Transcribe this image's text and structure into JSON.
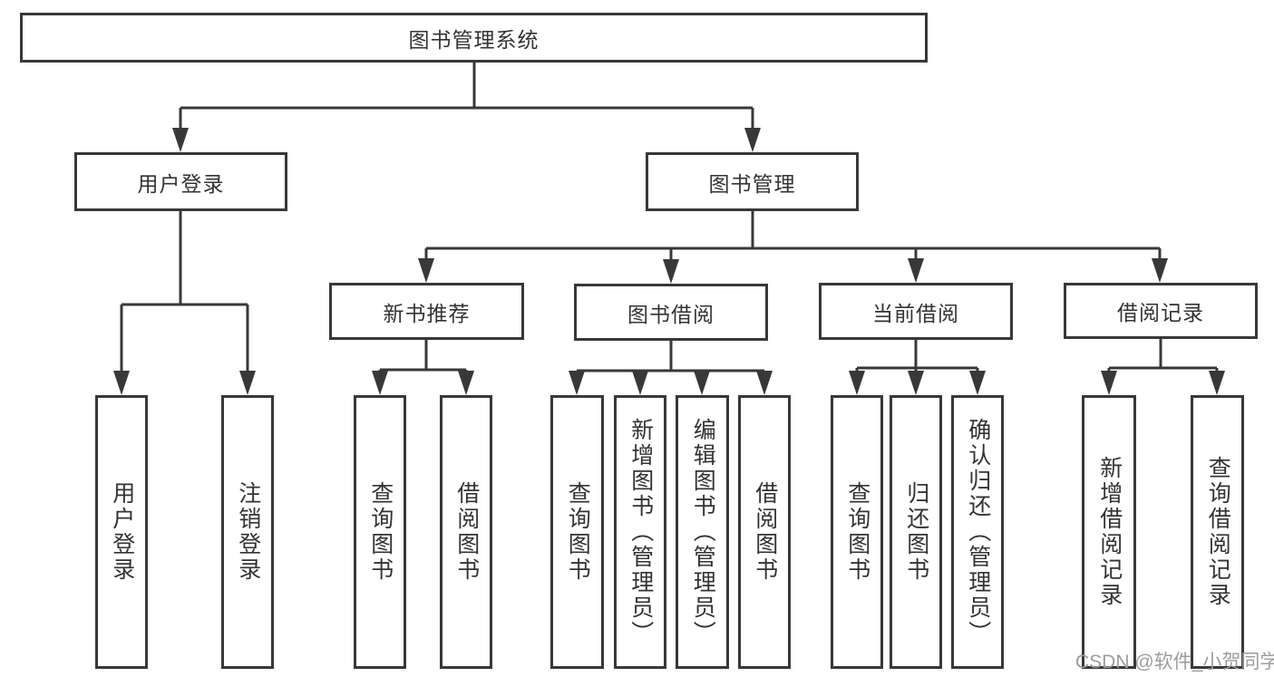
{
  "title": "图书管理系统",
  "tree": {
    "user_login": {
      "label": "用户登录",
      "children": [
        "用户登录",
        "注销登录"
      ]
    },
    "book_mgmt": {
      "label": "图书管理"
    },
    "new_books": {
      "label": "新书推荐",
      "children": [
        "查询图书",
        "借阅图书"
      ]
    },
    "borrowing": {
      "label": "图书借阅",
      "children": [
        "查询图书",
        "新增图书（管理员）",
        "编辑图书（管理员）",
        "借阅图书"
      ]
    },
    "current": {
      "label": "当前借阅",
      "children": [
        "查询图书",
        "归还图书",
        "确认归还（管理员）"
      ]
    },
    "records": {
      "label": "借阅记录",
      "children": [
        "新增借阅记录",
        "查询借阅记录"
      ]
    }
  },
  "watermark": "CSDN @软件_小贺同学",
  "colors": {
    "line": "#383838",
    "text": "#333333",
    "watermark": "#9c9c9c",
    "background": "#ffffff"
  }
}
